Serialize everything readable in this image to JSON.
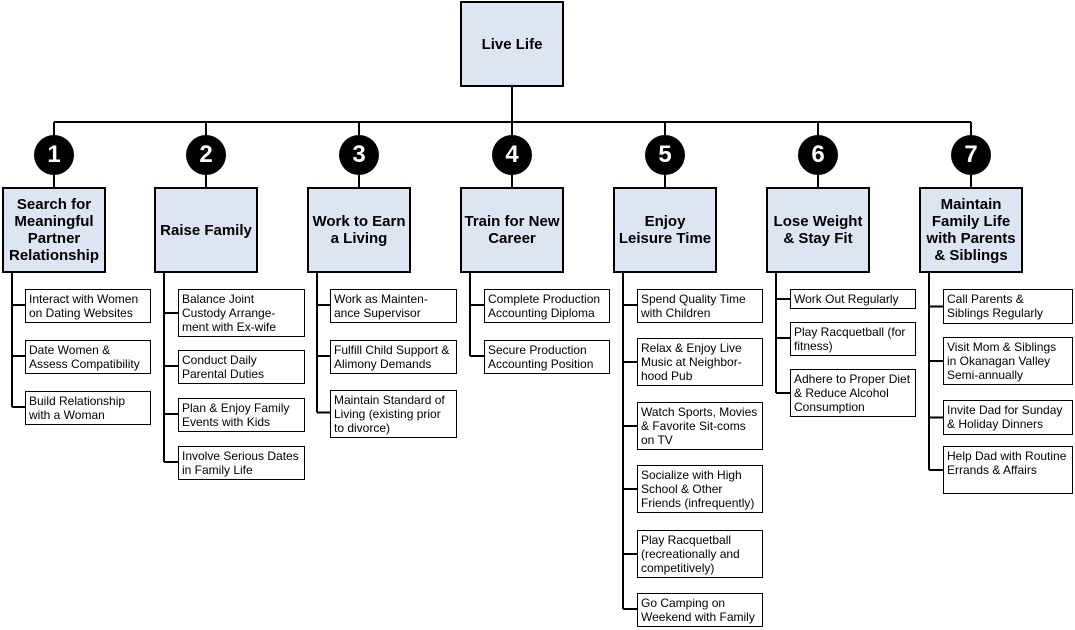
{
  "root": {
    "label": "Live Life"
  },
  "categories": [
    {
      "number": "1",
      "title": "Search for Meaningful Partner Relationship",
      "items": [
        "Interact with Women on Dating Websites",
        "Date Women & Assess Compatibility",
        "Build Relationship with a Woman"
      ]
    },
    {
      "number": "2",
      "title": "Raise Family",
      "items": [
        "Balance Joint Custody Arrange-ment with Ex-wife",
        "Conduct Daily Parental Duties",
        "Plan & Enjoy Family Events with Kids",
        "Involve Serious Dates in Family Life"
      ]
    },
    {
      "number": "3",
      "title": "Work to Earn a Living",
      "items": [
        "Work as Mainten-ance Supervisor",
        "Fulfill Child Support & Alimony Demands",
        "Maintain Standard of Living (existing prior to divorce)"
      ]
    },
    {
      "number": "4",
      "title": "Train for New Career",
      "items": [
        "Complete Production Accounting Diploma",
        "Secure Production Accounting Position"
      ]
    },
    {
      "number": "5",
      "title": "Enjoy Leisure Time",
      "items": [
        "Spend Quality Time with Children",
        "Relax & Enjoy Live Music at Neighbor-hood Pub",
        "Watch Sports, Movies & Favorite Sit-coms on TV",
        "Socialize with High School & Other Friends (infrequently)",
        "Play Racquetball (recreationally and competitively)",
        "Go Camping on Weekend with Family"
      ]
    },
    {
      "number": "6",
      "title": "Lose Weight & Stay Fit",
      "items": [
        "Work Out Regularly",
        "Play Racquetball (for fitness)",
        "Adhere to Proper Diet & Reduce Alcohol Consumption"
      ]
    },
    {
      "number": "7",
      "title": "Maintain Family Life with Parents & Siblings",
      "items": [
        "Call Parents & Siblings Regularly",
        "Visit Mom & Siblings in Okanagan Valley Semi-annually",
        "Invite Dad for Sunday & Holiday Dinners",
        "Help Dad with Routine Errands & Affairs"
      ]
    }
  ]
}
